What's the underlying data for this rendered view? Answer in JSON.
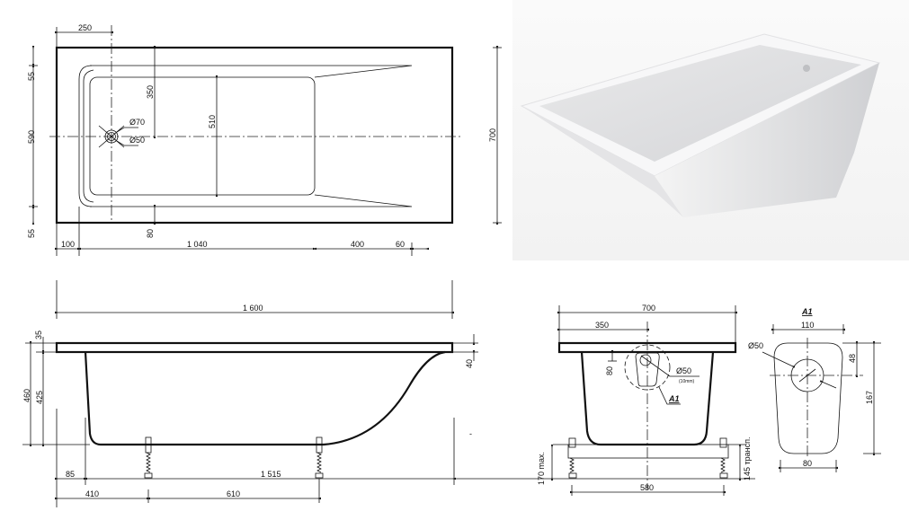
{
  "top_view": {
    "dims": {
      "d250": "250",
      "d55_top": "55",
      "d590": "590",
      "d55_bottom": "55",
      "d700": "700",
      "d350": "350",
      "d510": "510",
      "d80": "80",
      "d100": "100",
      "d1040": "1 040",
      "d400": "400",
      "d60": "60"
    },
    "drain_outer": "Ø70",
    "drain_inner": "Ø50"
  },
  "side_view": {
    "dims": {
      "d1600": "1 600",
      "d35": "35",
      "d460": "460",
      "d425": "425",
      "d40": "40",
      "d85": "85",
      "d1515": "1 515",
      "d410": "410",
      "d610": "610"
    },
    "mark": "-"
  },
  "end_view": {
    "dims": {
      "d700": "700",
      "d350": "350",
      "d80": "80",
      "d170": "170 max.",
      "d145": "145 трансп.",
      "d580": "580"
    },
    "overflow": "Ø50",
    "overflow_note": "(10mm)",
    "detail_ref": "A1"
  },
  "detail_a1": {
    "title": "A1",
    "dims": {
      "d110": "110",
      "d48": "48",
      "d167": "167",
      "d80": "80"
    },
    "hole": "Ø50"
  }
}
